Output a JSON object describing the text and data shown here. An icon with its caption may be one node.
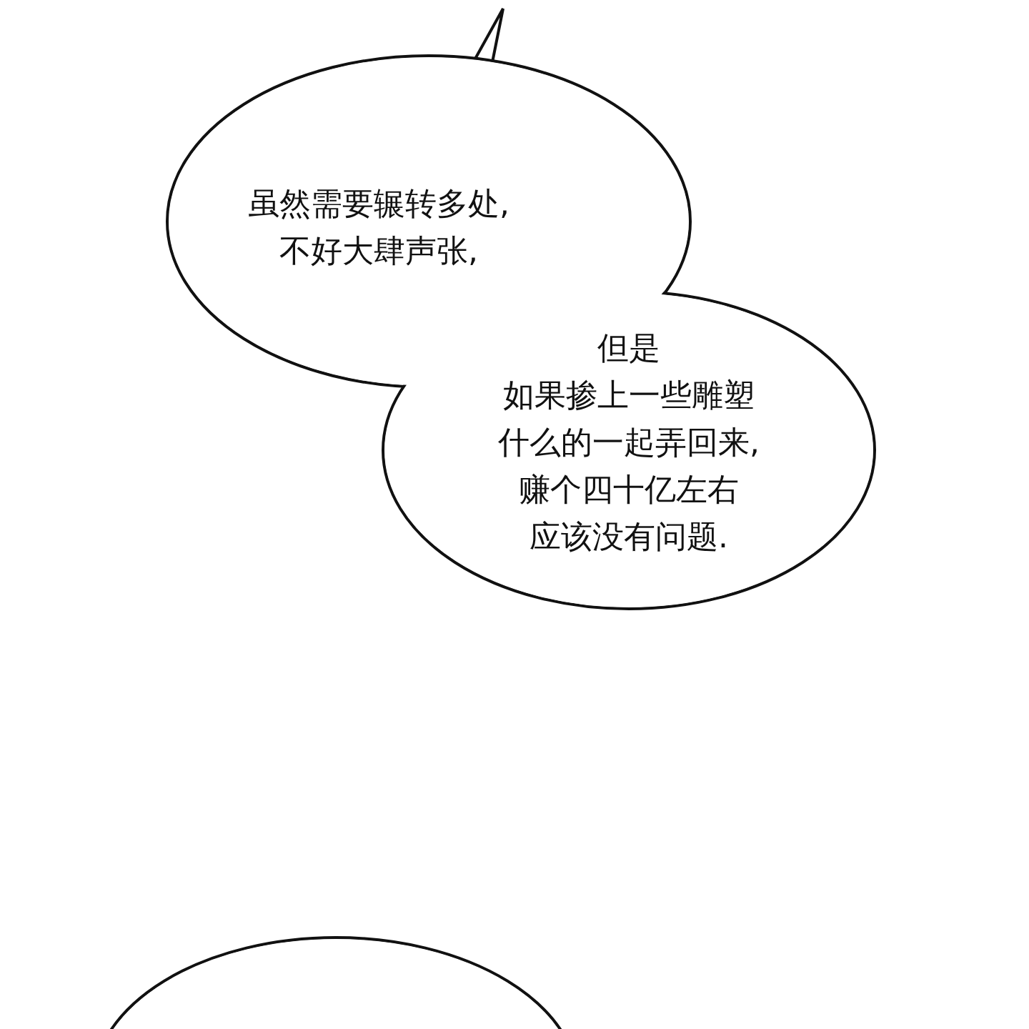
{
  "diagram": {
    "nodes": [
      {
        "text": [
          "虽然需要辗转多处,不好大肆声张,",
          "但是如果掺上一些雕塑什么的一起弄回来,赚个四十亿左右应该没有问题."
        ]
      },
      {
        "text": [],
        "shape": "ellipse"
      }
    ]
  }
}
